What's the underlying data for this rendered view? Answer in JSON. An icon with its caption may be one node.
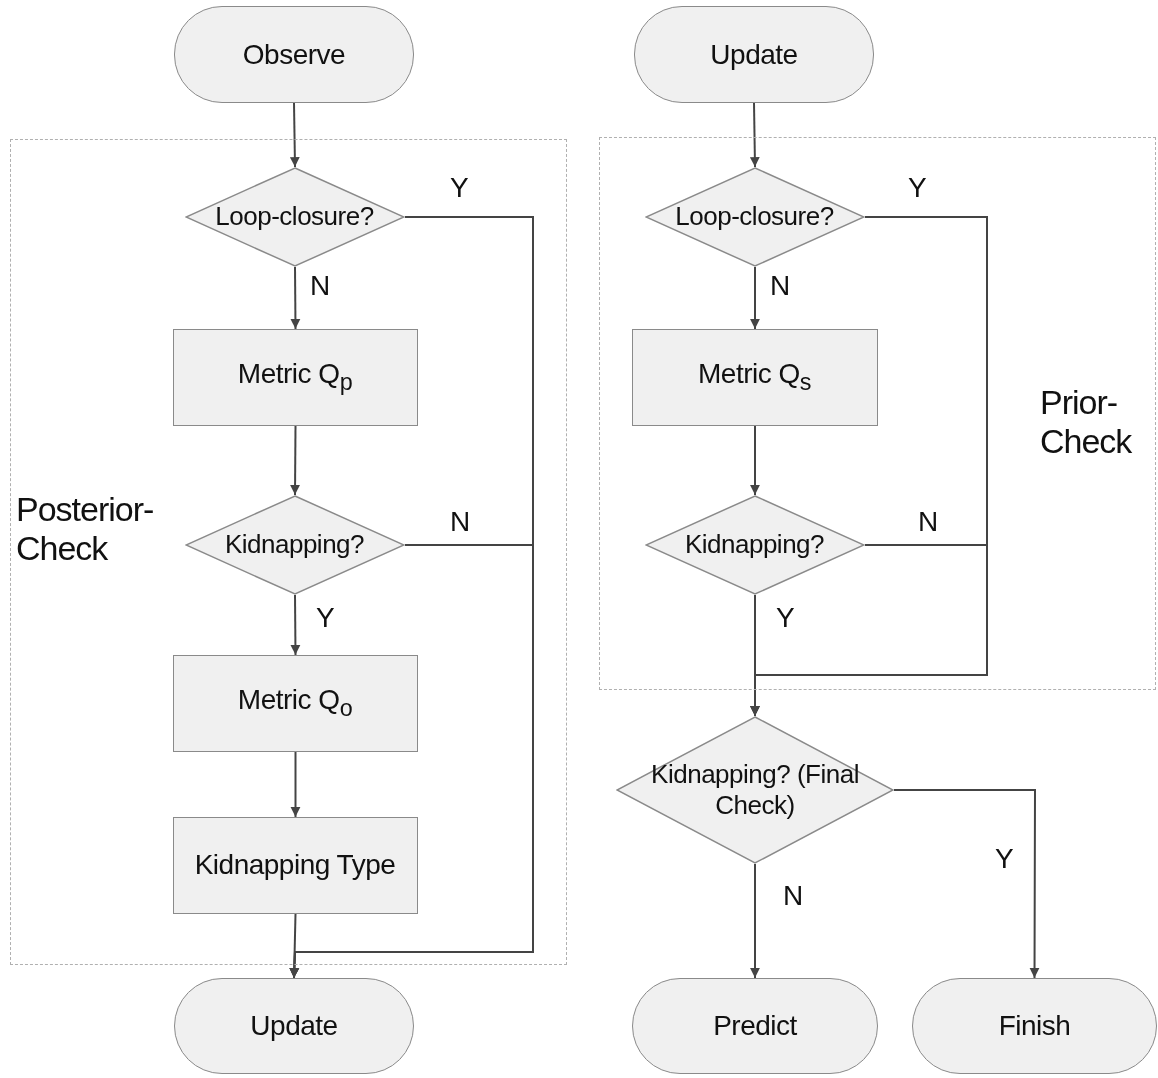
{
  "diagram": {
    "nodes": [
      {
        "text": [
          "Observe"
        ]
      },
      {
        "text": [
          "Posterior-Check"
        ]
      },
      {
        "text": [
          "Loop-closure?"
        ],
        "in": 1
      },
      {
        "text": [
          "Metric Q$_{p}$"
        ],
        "in": 1
      },
      {
        "text": [
          "Kidnapping?"
        ],
        "in": 1
      },
      {
        "text": [
          "Metric Q$_{o}$"
        ],
        "in": 1
      },
      {
        "text": [
          "Kidnapping Type"
        ],
        "in": 1
      },
      {
        "text": [
          "Update"
        ]
      },
      {
        "text": [
          "Update"
        ]
      },
      {
        "text": [
          "Prior-Check"
        ]
      },
      {
        "text": [
          "Loop-closure?"
        ],
        "in": 9
      },
      {
        "text": [
          "Metric Q$_{s}$"
        ],
        "in": 9
      },
      {
        "text": [
          "Kidnapping?"
        ],
        "in": 9
      },
      {
        "text": [
          "Kidnapping? (Final Check)"
        ]
      },
      {
        "text": [
          "Predict"
        ]
      },
      {
        "text": [
          "Finish"
        ]
      }
    ],
    "edges": [
      {
        "from": 0,
        "to": 2,
        "arrow": "to"
      },
      {
        "from": 2,
        "to": 3,
        "arrow": "to",
        "label": "N"
      },
      {
        "from": 3,
        "to": 4,
        "arrow": "to"
      },
      {
        "from": 4,
        "to": 5,
        "arrow": "to",
        "label": "Y"
      },
      {
        "from": 5,
        "to": 6,
        "arrow": "to"
      },
      {
        "from": 6,
        "to": 7,
        "arrow": "to"
      },
      {
        "from": 2,
        "to": 7,
        "arrow": "to",
        "label": "Y"
      },
      {
        "from": 4,
        "to": 7,
        "arrow": "to",
        "label": "N"
      },
      {
        "from": 8,
        "to": 10,
        "arrow": "to"
      },
      {
        "from": 10,
        "to": 11,
        "arrow": "to",
        "label": "N"
      },
      {
        "from": 11,
        "to": 12,
        "arrow": "to"
      },
      {
        "from": 12,
        "to": 13,
        "arrow": "to",
        "label": "Y"
      },
      {
        "from": 10,
        "to": 13,
        "arrow": "to",
        "label": "Y"
      },
      {
        "from": 12,
        "to": 13,
        "arrow": "to",
        "label": "N"
      },
      {
        "from": 13,
        "to": 14,
        "arrow": "to",
        "label": "N"
      },
      {
        "from": 13,
        "to": 15,
        "arrow": "to",
        "label": "Y"
      }
    ]
  }
}
